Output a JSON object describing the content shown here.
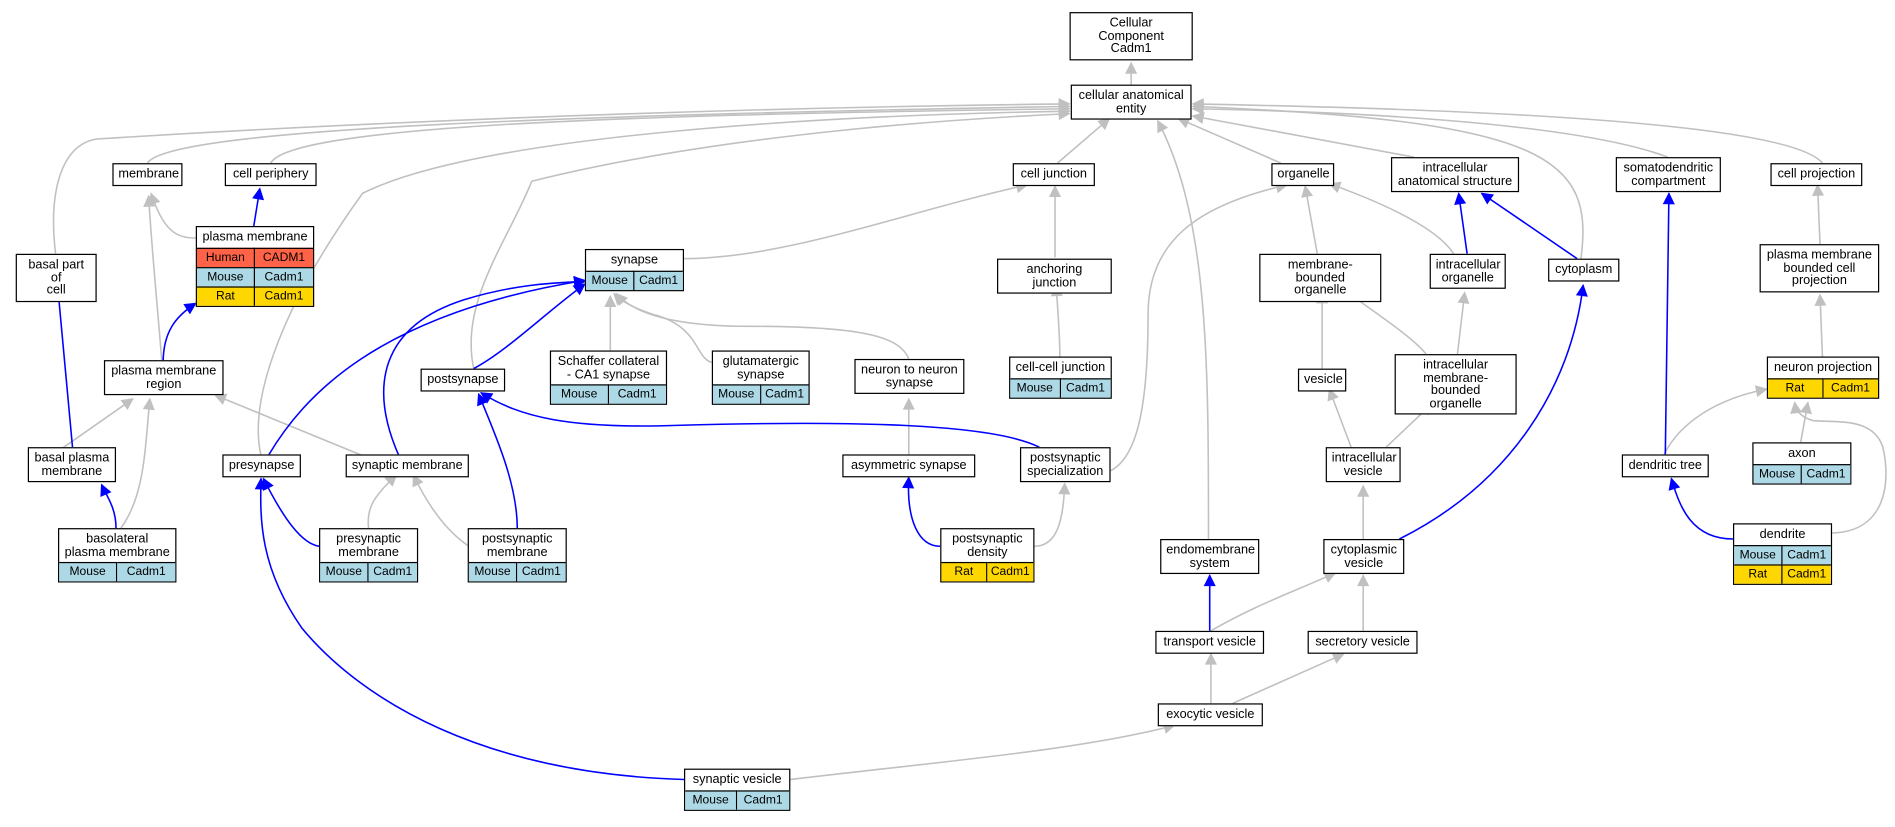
{
  "palette": {
    "Mouse": "#add8e6",
    "Rat": "#ffd700",
    "Human": "#ff6347",
    "gray_edge": "#c0c0c0",
    "blue_edge": "#0000ff"
  },
  "nodes": {
    "root": {
      "label": "Cellular Component\nCadm1"
    },
    "cae": {
      "label": "cellular anatomical\nentity"
    },
    "membrane": {
      "label": "membrane"
    },
    "periphery": {
      "label": "cell periphery"
    },
    "pm": {
      "label": "plasma membrane",
      "tags": [
        [
          "Human",
          "CADM1"
        ],
        [
          "Mouse",
          "Cadm1"
        ],
        [
          "Rat",
          "Cadm1"
        ]
      ]
    },
    "basalpart": {
      "label": "basal part of\ncell"
    },
    "pmr": {
      "label": "plasma membrane\nregion"
    },
    "bpm": {
      "label": "basal plasma\nmembrane"
    },
    "blpm": {
      "label": "basolateral\nplasma membrane",
      "tags": [
        [
          "Mouse",
          "Cadm1"
        ]
      ]
    },
    "presyn": {
      "label": "presynapse"
    },
    "synmem": {
      "label": "synaptic membrane"
    },
    "presynmem": {
      "label": "presynaptic\nmembrane",
      "tags": [
        [
          "Mouse",
          "Cadm1"
        ]
      ]
    },
    "postsynmem": {
      "label": "postsynaptic\nmembrane",
      "tags": [
        [
          "Mouse",
          "Cadm1"
        ]
      ]
    },
    "postsyn": {
      "label": "postsynapse"
    },
    "synapse": {
      "label": "synapse",
      "tags": [
        [
          "Mouse",
          "Cadm1"
        ]
      ]
    },
    "schaffer": {
      "label": "Schaffer collateral\n- CA1 synapse",
      "tags": [
        [
          "Mouse",
          "Cadm1"
        ]
      ]
    },
    "glut": {
      "label": "glutamatergic\nsynapse",
      "tags": [
        [
          "Mouse",
          "Cadm1"
        ]
      ]
    },
    "n2n": {
      "label": "neuron to neuron\nsynapse"
    },
    "asym": {
      "label": "asymmetric synapse"
    },
    "psd": {
      "label": "postsynaptic\ndensity",
      "tags": [
        [
          "Rat",
          "Cadm1"
        ]
      ]
    },
    "pss": {
      "label": "postsynaptic\nspecialization"
    },
    "celljunction": {
      "label": "cell junction"
    },
    "anchoring": {
      "label": "anchoring junction"
    },
    "ccj": {
      "label": "cell-cell junction",
      "tags": [
        [
          "Mouse",
          "Cadm1"
        ]
      ]
    },
    "endomem": {
      "label": "endomembrane\nsystem"
    },
    "organelle": {
      "label": "organelle"
    },
    "mbo": {
      "label": "membrane-bounded\norganelle"
    },
    "ias": {
      "label": "intracellular\nanatomical structure"
    },
    "io": {
      "label": "intracellular\norganelle"
    },
    "cytoplasm": {
      "label": "cytoplasm"
    },
    "vesicle": {
      "label": "vesicle"
    },
    "imbo": {
      "label": "intracellular\nmembrane-bounded\norganelle"
    },
    "iv": {
      "label": "intracellular\nvesicle"
    },
    "cv": {
      "label": "cytoplasmic\nvesicle"
    },
    "tv": {
      "label": "transport vesicle"
    },
    "sv": {
      "label": "secretory vesicle"
    },
    "ev": {
      "label": "exocytic vesicle"
    },
    "synves": {
      "label": "synaptic vesicle",
      "tags": [
        [
          "Mouse",
          "Cadm1"
        ]
      ]
    },
    "somato": {
      "label": "somatodendritic\ncompartment"
    },
    "cellproj": {
      "label": "cell projection"
    },
    "pmbcp": {
      "label": "plasma membrane\nbounded cell\nprojection"
    },
    "neuronproj": {
      "label": "neuron projection",
      "tags": [
        [
          "Rat",
          "Cadm1"
        ]
      ]
    },
    "dtree": {
      "label": "dendritic tree"
    },
    "axon": {
      "label": "axon",
      "tags": [
        [
          "Mouse",
          "Cadm1"
        ]
      ]
    },
    "dendrite": {
      "label": "dendrite",
      "tags": [
        [
          "Mouse",
          "Cadm1"
        ],
        [
          "Rat",
          "Cadm1"
        ]
      ]
    }
  }
}
